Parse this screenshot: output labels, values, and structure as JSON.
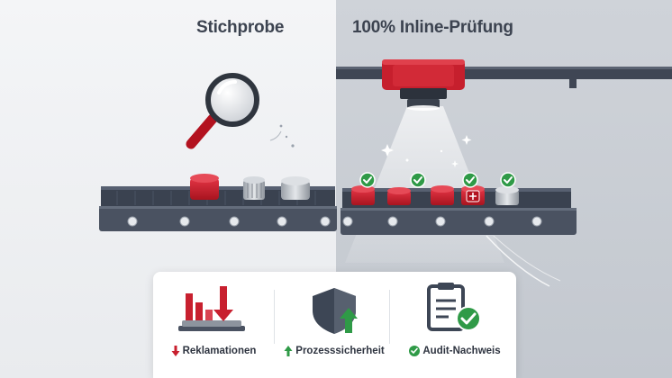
{
  "headings": {
    "left": "Stichprobe",
    "right": "100% Inline-Prüfung"
  },
  "benefits": [
    {
      "label": "Reklamationen",
      "icon": "arrow-down-icon",
      "icon_color": "#c8202f"
    },
    {
      "label": "Prozesssicherheit",
      "icon": "arrow-up-icon",
      "icon_color": "#2f9a47"
    },
    {
      "label": "Audit-Nachweis",
      "icon": "check-circle-icon",
      "icon_color": "#2f9a47"
    }
  ],
  "colors": {
    "accent_red": "#c8202f",
    "check_green": "#2f9a47",
    "conveyor_dark": "#3a4250"
  }
}
